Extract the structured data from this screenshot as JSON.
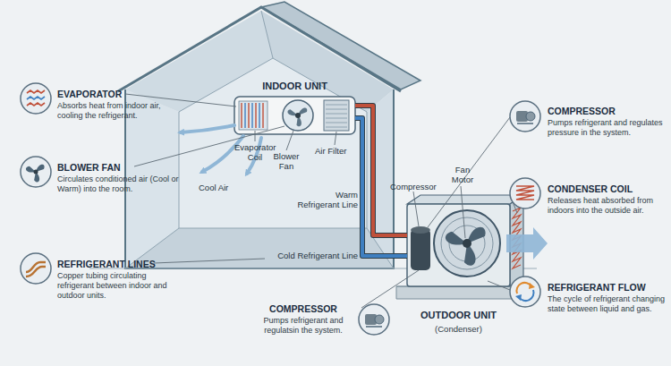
{
  "diagram": {
    "nodes": [
      {
        "text": [
          "INDOOR UNIT"
        ]
      },
      {
        "text": [
          "EVAPORATOR",
          "Absorbs heat from indoor air, cooling the refrigerant."
        ]
      },
      {
        "text": [
          "COMPRESSOR",
          "Pumps refrigerant and regulates pressure in the system."
        ]
      },
      {
        "text": [
          "BLOWER FAN",
          "Circulates conditioned air (Cool or Warm) into the room."
        ]
      },
      {
        "text": [
          "CONDENSER COIL",
          "Releases heat absorbed from indoors into the outside air."
        ]
      },
      {
        "text": [
          "REFRIGERANT LINES",
          "Copper tubing circulating refrigerant between indoor and outdoor units."
        ]
      },
      {
        "text": [
          "REFRIGERANT FLOW",
          "The cycle of refrigerant changing state between liquid and gas."
        ]
      },
      {
        "text": [
          "COMPRESSOR",
          "Pumps refrigerant and regulatsin the system."
        ]
      },
      {
        "text": [
          "OUTDOOR UNIT",
          "(Condenser)"
        ]
      }
    ],
    "edges": [
      {
        "from": 0,
        "to": 8,
        "arrow": "none",
        "label": "Warm Refrigerant Line"
      },
      {
        "from": 0,
        "to": 8,
        "arrow": "none",
        "label": "Cold Refrigerant Line"
      }
    ],
    "labels": [
      "Evaporator Coil",
      "Blower Fan",
      "Air Filter",
      "Cool Air",
      "Compressor",
      "Fan Motor"
    ]
  }
}
